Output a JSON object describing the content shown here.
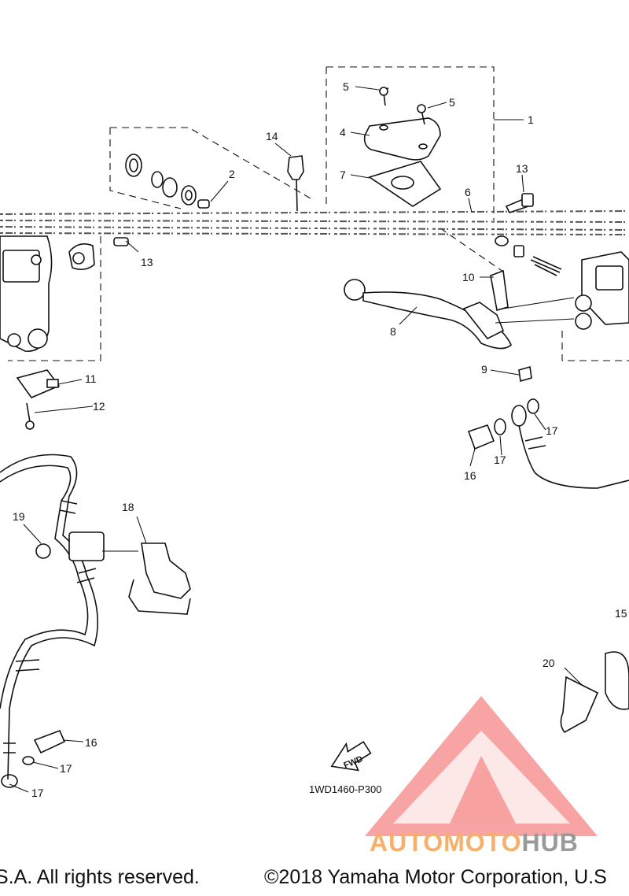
{
  "diagram": {
    "callouts": [
      "1",
      "2",
      "4",
      "5",
      "5",
      "6",
      "7",
      "8",
      "9",
      "10",
      "11",
      "12",
      "13",
      "13",
      "14",
      "15",
      "16",
      "16",
      "17",
      "17",
      "17",
      "17",
      "18",
      "19",
      "20"
    ],
    "drawing_code": "1WD1460-P300",
    "fwd_label": "FWD"
  },
  "watermark": {
    "part_a": "AUTOMOTO",
    "part_b": "HUB"
  },
  "footer": {
    "left_text": "S.A. All rights reserved.",
    "right_text": "©2018 Yamaha Motor Corporation, U.S"
  }
}
